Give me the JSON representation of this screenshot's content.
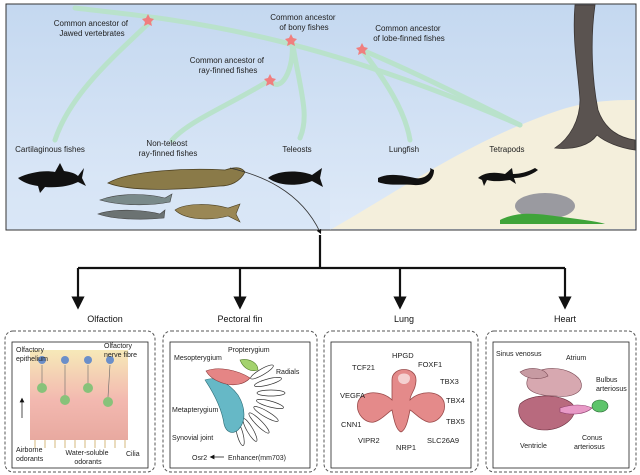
{
  "tree": {
    "ancestors": {
      "jawed": [
        "Common ancestor of",
        "Jawed vertebrates"
      ],
      "bony": [
        "Common ancestor",
        "of bony fishes"
      ],
      "lobe": [
        "Common ancestor",
        "of lobe-finned fishes"
      ],
      "ray": [
        "Common ancestor of",
        "ray-finned fishes"
      ]
    },
    "taxa": {
      "cartilaginous": "Cartilaginous fishes",
      "nonteleost": [
        "Non-teleost",
        "ray-finned fishes"
      ],
      "teleosts": "Teleosts",
      "lungfish": "Lungfish",
      "tetrapods": "Tetrapods"
    }
  },
  "panels": {
    "olfaction": {
      "title": "Olfaction",
      "labels": {
        "epithelium": [
          "Olfactory",
          "epithelium"
        ],
        "nerve": [
          "Olfactory",
          "nerve fibre"
        ],
        "airborne": [
          "Airborne",
          "odorants"
        ],
        "water": [
          "Water-soluble",
          "odorants"
        ],
        "cilia": "Cilia"
      }
    },
    "fin": {
      "title": "Pectoral fin",
      "labels": {
        "propterygium": "Propterygium",
        "mesopterygium": "Mesopterygium",
        "radials": "Radials",
        "metapterygium": "Metapterygium",
        "synovial": "Synovial joint",
        "osr2": "Osr2",
        "enhancer": "Enhancer(mm703)"
      }
    },
    "lung": {
      "title": "Lung",
      "genes": {
        "hpgd": "HPGD",
        "foxf1": "FOXF1",
        "tcf21": "TCF21",
        "tbx3": "TBX3",
        "vegfa": "VEGFA",
        "tbx4": "TBX4",
        "cnn1": "CNN1",
        "tbx5": "TBX5",
        "vipr2": "VIPR2",
        "nrp1": "NRP1",
        "slc26a9": "SLC26A9"
      }
    },
    "heart": {
      "title": "Heart",
      "labels": {
        "sinus": "Sinus venosus",
        "atrium": "Atrium",
        "bulbus": [
          "Bulbus",
          "arteriosus"
        ],
        "conus": [
          "Conus",
          "arteriosus"
        ],
        "ventricle": "Ventricle"
      }
    }
  },
  "colors": {
    "sky": "#cfe0f5",
    "sand": "#f3eedb",
    "branch": "#bfe3cf",
    "star": "#f07e7e",
    "fish_dark": "#111111",
    "arrow": "#111111"
  }
}
